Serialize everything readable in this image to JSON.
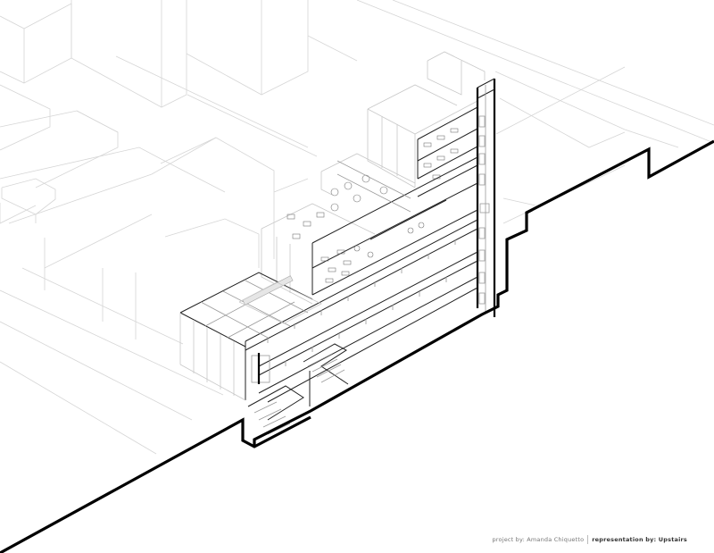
{
  "drawing": {
    "type": "axonometric building section",
    "colors": {
      "background": "#ffffff",
      "cut_line": "#000000",
      "context_line": "#d6d6d6",
      "detail_line": "#9a9a9a"
    }
  },
  "caption": {
    "project_label": "project by: Amanda Chiquetto",
    "representation_label": "representation by: Upstairs"
  }
}
